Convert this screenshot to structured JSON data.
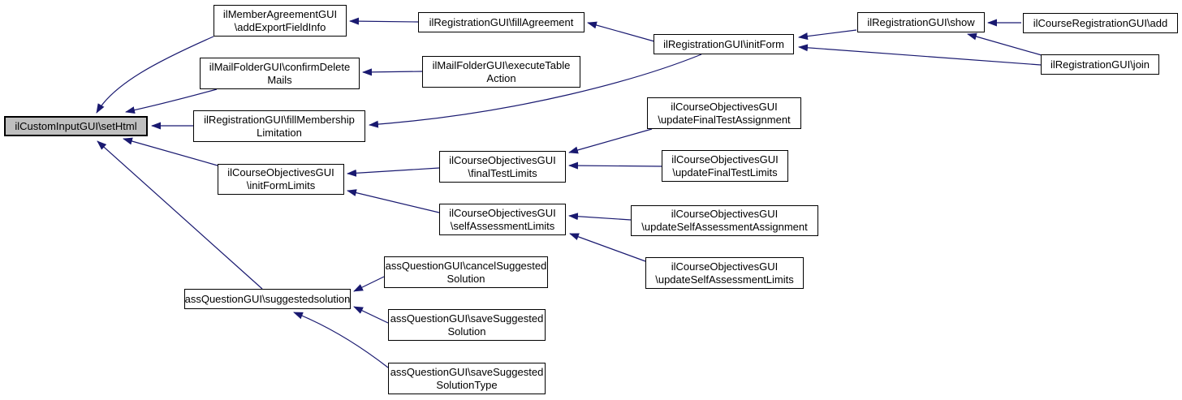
{
  "diagram": {
    "type": "call-graph",
    "background_color": "#ffffff",
    "edge_color": "#191970",
    "node_fill_color": "#ffffff",
    "node_border_color": "#000000",
    "highlighted_node_fill_color": "#bfbfbf",
    "highlighted_node": "ilCustomInputGUI\\setHtml",
    "nodes": {
      "setHtml": {
        "line1": "ilCustomInputGUI\\setHtml"
      },
      "addExportFieldInfo": {
        "line1": "ilMemberAgreementGUI",
        "line2": "\\addExportFieldInfo"
      },
      "confirmDeleteMails": {
        "line1": "ilMailFolderGUI\\confirmDelete",
        "line2": "Mails"
      },
      "fillMembershipLimitation": {
        "line1": "ilRegistrationGUI\\fillMembership",
        "line2": "Limitation"
      },
      "fillAgreement": {
        "line1": "ilRegistrationGUI\\fillAgreement"
      },
      "executeTableAction": {
        "line1": "ilMailFolderGUI\\executeTable",
        "line2": "Action"
      },
      "initForm": {
        "line1": "ilRegistrationGUI\\initForm"
      },
      "show": {
        "line1": "ilRegistrationGUI\\show"
      },
      "add": {
        "line1": "ilCourseRegistrationGUI\\add"
      },
      "join": {
        "line1": "ilRegistrationGUI\\join"
      },
      "initFormLimits": {
        "line1": "ilCourseObjectivesGUI",
        "line2": "\\initFormLimits"
      },
      "finalTestLimits": {
        "line1": "ilCourseObjectivesGUI",
        "line2": "\\finalTestLimits"
      },
      "updateFinalTestAssignment": {
        "line1": "ilCourseObjectivesGUI",
        "line2": "\\updateFinalTestAssignment"
      },
      "updateFinalTestLimits": {
        "line1": "ilCourseObjectivesGUI",
        "line2": "\\updateFinalTestLimits"
      },
      "selfAssessmentLimits": {
        "line1": "ilCourseObjectivesGUI",
        "line2": "\\selfAssessmentLimits"
      },
      "updateSelfAssessmentAssignment": {
        "line1": "ilCourseObjectivesGUI",
        "line2": "\\updateSelfAssessmentAssignment"
      },
      "updateSelfAssessmentLimits": {
        "line1": "ilCourseObjectivesGUI",
        "line2": "\\updateSelfAssessmentLimits"
      },
      "suggestedsolution": {
        "line1": "assQuestionGUI\\suggestedsolution"
      },
      "cancelSuggestedSolution": {
        "line1": "assQuestionGUI\\cancelSuggested",
        "line2": "Solution"
      },
      "saveSuggestedSolution": {
        "line1": "assQuestionGUI\\saveSuggested",
        "line2": "Solution"
      },
      "saveSuggestedSolutionType": {
        "line1": "assQuestionGUI\\saveSuggested",
        "line2": "SolutionType"
      }
    },
    "edges": [
      {
        "from": "ilRegistrationGUI\\fillAgreement",
        "to": "ilMemberAgreementGUI\\addExportFieldInfo"
      },
      {
        "from": "ilMemberAgreementGUI\\addExportFieldInfo",
        "to": "ilCustomInputGUI\\setHtml"
      },
      {
        "from": "ilMailFolderGUI\\executeTableAction",
        "to": "ilMailFolderGUI\\confirmDeleteMails"
      },
      {
        "from": "ilMailFolderGUI\\confirmDeleteMails",
        "to": "ilCustomInputGUI\\setHtml"
      },
      {
        "from": "ilRegistrationGUI\\initForm",
        "to": "ilRegistrationGUI\\fillAgreement"
      },
      {
        "from": "ilRegistrationGUI\\initForm",
        "to": "ilRegistrationGUI\\fillMembershipLimitation"
      },
      {
        "from": "ilRegistrationGUI\\fillMembershipLimitation",
        "to": "ilCustomInputGUI\\setHtml"
      },
      {
        "from": "ilRegistrationGUI\\show",
        "to": "ilRegistrationGUI\\initForm"
      },
      {
        "from": "ilRegistrationGUI\\join",
        "to": "ilRegistrationGUI\\initForm"
      },
      {
        "from": "ilCourseRegistrationGUI\\add",
        "to": "ilRegistrationGUI\\show"
      },
      {
        "from": "ilRegistrationGUI\\join",
        "to": "ilRegistrationGUI\\show"
      },
      {
        "from": "ilCourseObjectivesGUI\\initFormLimits",
        "to": "ilCustomInputGUI\\setHtml"
      },
      {
        "from": "ilCourseObjectivesGUI\\finalTestLimits",
        "to": "ilCourseObjectivesGUI\\initFormLimits"
      },
      {
        "from": "ilCourseObjectivesGUI\\selfAssessmentLimits",
        "to": "ilCourseObjectivesGUI\\initFormLimits"
      },
      {
        "from": "ilCourseObjectivesGUI\\updateFinalTestAssignment",
        "to": "ilCourseObjectivesGUI\\finalTestLimits"
      },
      {
        "from": "ilCourseObjectivesGUI\\updateFinalTestLimits",
        "to": "ilCourseObjectivesGUI\\finalTestLimits"
      },
      {
        "from": "ilCourseObjectivesGUI\\updateSelfAssessmentAssignment",
        "to": "ilCourseObjectivesGUI\\selfAssessmentLimits"
      },
      {
        "from": "ilCourseObjectivesGUI\\updateSelfAssessmentLimits",
        "to": "ilCourseObjectivesGUI\\selfAssessmentLimits"
      },
      {
        "from": "assQuestionGUI\\suggestedsolution",
        "to": "ilCustomInputGUI\\setHtml"
      },
      {
        "from": "assQuestionGUI\\cancelSuggestedSolution",
        "to": "assQuestionGUI\\suggestedsolution"
      },
      {
        "from": "assQuestionGUI\\saveSuggestedSolution",
        "to": "assQuestionGUI\\suggestedsolution"
      },
      {
        "from": "assQuestionGUI\\saveSuggestedSolutionType",
        "to": "assQuestionGUI\\suggestedsolution"
      }
    ]
  }
}
